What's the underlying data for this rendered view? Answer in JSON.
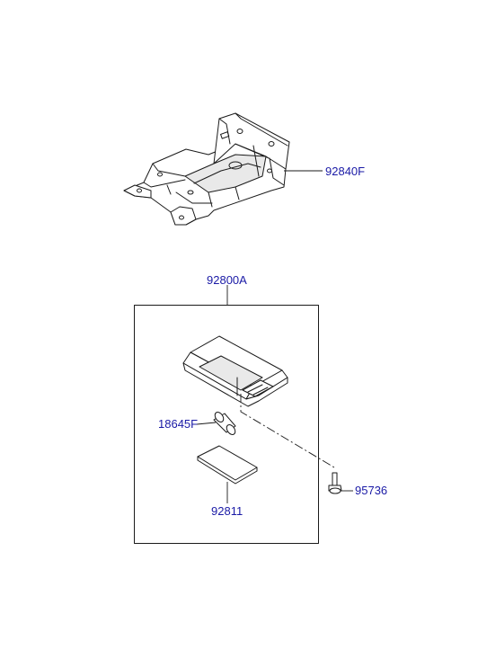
{
  "labels": {
    "bracket": "92840F",
    "assembly": "92800A",
    "bulb": "18645F",
    "lens": "92811",
    "screw": "95736"
  },
  "colors": {
    "label": "#1a1aa6",
    "line": "#1a1a1a"
  }
}
